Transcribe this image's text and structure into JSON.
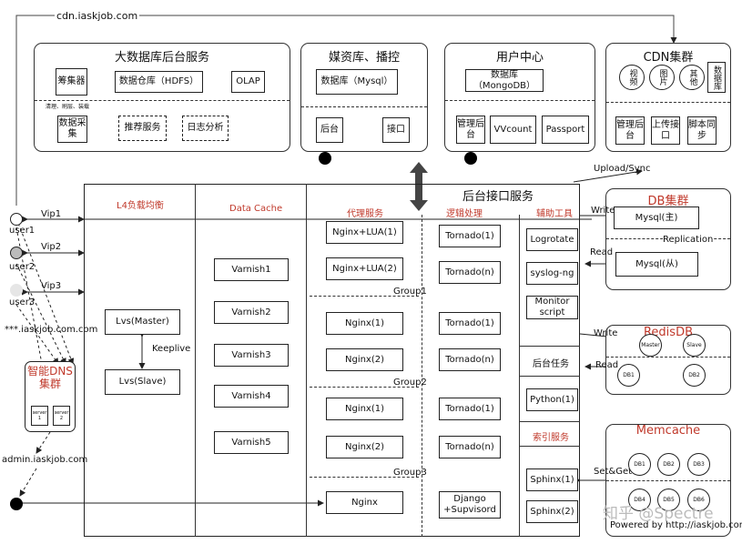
{
  "cdn_url": "cdn.iaskjob.com",
  "bigdata": {
    "title": "大数据库后台服务",
    "collector": "筹集器",
    "warehouse": "数据仓库（HDFS）",
    "olap": "OLAP",
    "clean_note": "清理、刷层、装载",
    "data_collect": "数据采集",
    "recommend": "推荐服务",
    "log_analysis": "日志分析"
  },
  "media": {
    "title": "媒资库、播控",
    "db": "数据库（Mysql）",
    "backend": "后台",
    "api": "接口"
  },
  "usercenter": {
    "title": "用户中心",
    "db_line1": "数据库",
    "db_line2": "（MongoDB）",
    "admin": "管理后台",
    "vvcount": "VVcount",
    "passport": "Passport"
  },
  "cdn": {
    "title": "CDN集群",
    "video": "视频",
    "image": "图片",
    "other": "其他",
    "database": "数据库",
    "admin": "管理后台",
    "upload_api": "上传接口",
    "script_sync": "脚本同步",
    "upload_sync": "Upload/Sync"
  },
  "users": [
    "user1",
    "user2",
    "user3"
  ],
  "vips": [
    "Vip1",
    "Vip2",
    "Vip3"
  ],
  "wildcard_domain": "***.iaskjob.com.com",
  "dns": {
    "title_line1": "智能DNS",
    "title_line2": "集群",
    "server1": "server1",
    "server2": "server2"
  },
  "admin_url": "admin.iaskjob.com",
  "main": {
    "title": "后台接口服务",
    "col_lb": "L4负载均衡",
    "col_cache": "Data Cache",
    "col_proxy": "代理服务",
    "col_logic": "逻辑处理",
    "col_aux": "辅助工具",
    "lvs_master": "Lvs(Master)",
    "keeplive": "Keeplive",
    "lvs_slave": "Lvs(Slave)",
    "varnish": [
      "Varnish1",
      "Varnish2",
      "Varnish3",
      "Varnish4",
      "Varnish5"
    ],
    "proxy": [
      "Nginx+LUA(1)",
      "Nginx+LUA(2)",
      "Nginx(1)",
      "Nginx(2)",
      "Nginx(1)",
      "Nginx(2)",
      "Nginx"
    ],
    "groups": [
      "Group1",
      "Group2",
      "Group3"
    ],
    "tornado": [
      "Tornado(1)",
      "Tornado(n)",
      "Tornado(1)",
      "Tornado(n)",
      "Tornado(1)",
      "Tornado(n)"
    ],
    "django": "Django +Supvisord",
    "logrotate": "Logrotate",
    "syslog": "syslog-ng",
    "monitor": "Monitor script",
    "bg_task": "后台任务",
    "python": "Python(1)",
    "index_service": "索引服务",
    "sphinx1": "Sphinx(1)",
    "sphinx2": "Sphinx(2)"
  },
  "db_cluster": {
    "title": "DB集群",
    "master": "Mysql(主)",
    "slave": "Mysql(从)",
    "write": "Write",
    "read": "Read",
    "replication": "Replication"
  },
  "redis": {
    "title": "RedisDB",
    "write": "Write",
    "read": "Read",
    "master": "Master",
    "slave": "Slave",
    "db1": "DB1",
    "db2": "DB2"
  },
  "memcache": {
    "title": "Memcache",
    "setget": "Set&Get",
    "nodes": [
      "DB1",
      "DB2",
      "DB3",
      "DB4",
      "DB5",
      "DB6"
    ],
    "powered": "Powered by http://iaskjob.com"
  },
  "watermark": "知乎 @Spectre"
}
